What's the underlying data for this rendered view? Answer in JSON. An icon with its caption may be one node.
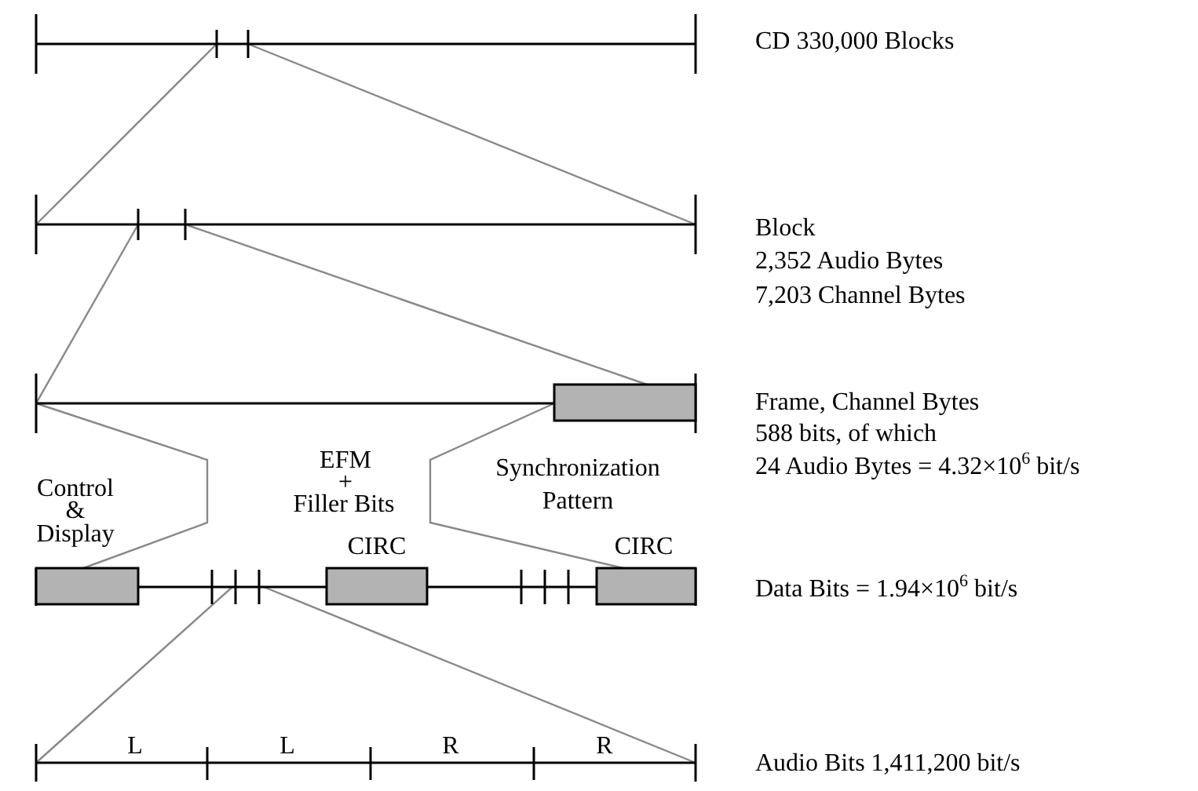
{
  "diagram": {
    "labels": [
      "CD 330,000 Blocks",
      "Block",
      "2,352 Audio Bytes",
      "7,203 Channel Bytes",
      "Frame, Channel Bytes",
      "588 bits, of which",
      "24 Audio Bytes = 4.32×10$^{6}$ bit/s",
      "Control",
      "&",
      "Display",
      "EFM",
      "+",
      "Filler Bits",
      "Synchronization",
      "Pattern",
      "CIRC",
      "CIRC",
      "Data Bits = 1.94×10$^{6}$ bit/s",
      "L",
      "L",
      "R",
      "R",
      "Audio Bits 1,411,200 bit/s"
    ]
  }
}
